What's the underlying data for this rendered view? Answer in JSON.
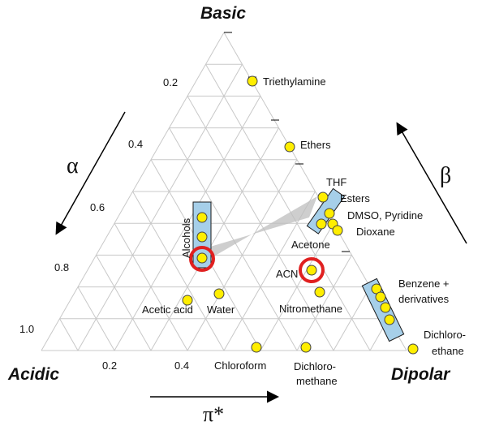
{
  "corners": {
    "top": "Basic",
    "left": "Acidic",
    "right": "Dipolar"
  },
  "axes": {
    "alpha": {
      "symbol": "α",
      "ticks": [
        "0.2",
        "0.4",
        "0.6",
        "0.8",
        "1.0"
      ]
    },
    "beta": {
      "symbol": "β"
    },
    "pi_star": {
      "symbol": "π*",
      "ticks": [
        "0.2",
        "0.4"
      ]
    }
  },
  "solvents": [
    {
      "label": "Triethylamine"
    },
    {
      "label": "Ethers"
    },
    {
      "label": "THF"
    },
    {
      "label": "Esters"
    },
    {
      "label": "DMSO, Pyridine"
    },
    {
      "label": "Dioxane"
    },
    {
      "label": "Acetone"
    },
    {
      "label": "ACN"
    },
    {
      "label": "Nitromethane"
    },
    {
      "label": "Benzene +"
    },
    {
      "label": "derivatives"
    },
    {
      "label": "Dichloro-"
    },
    {
      "label": "ethane"
    },
    {
      "label": "Alcohols"
    },
    {
      "label": "Acetic acid"
    },
    {
      "label": "Water"
    },
    {
      "label": "Chloroform"
    },
    {
      "label": "Dichloro-"
    },
    {
      "label": "methane"
    }
  ],
  "colors": {
    "grid": "#c8c8c8",
    "point_fill": "#ffee00",
    "point_stroke": "#444444",
    "highlight_box": "#a6cfe9",
    "highlight_ring": "#e02020",
    "wedge": "#bdbdbd"
  }
}
